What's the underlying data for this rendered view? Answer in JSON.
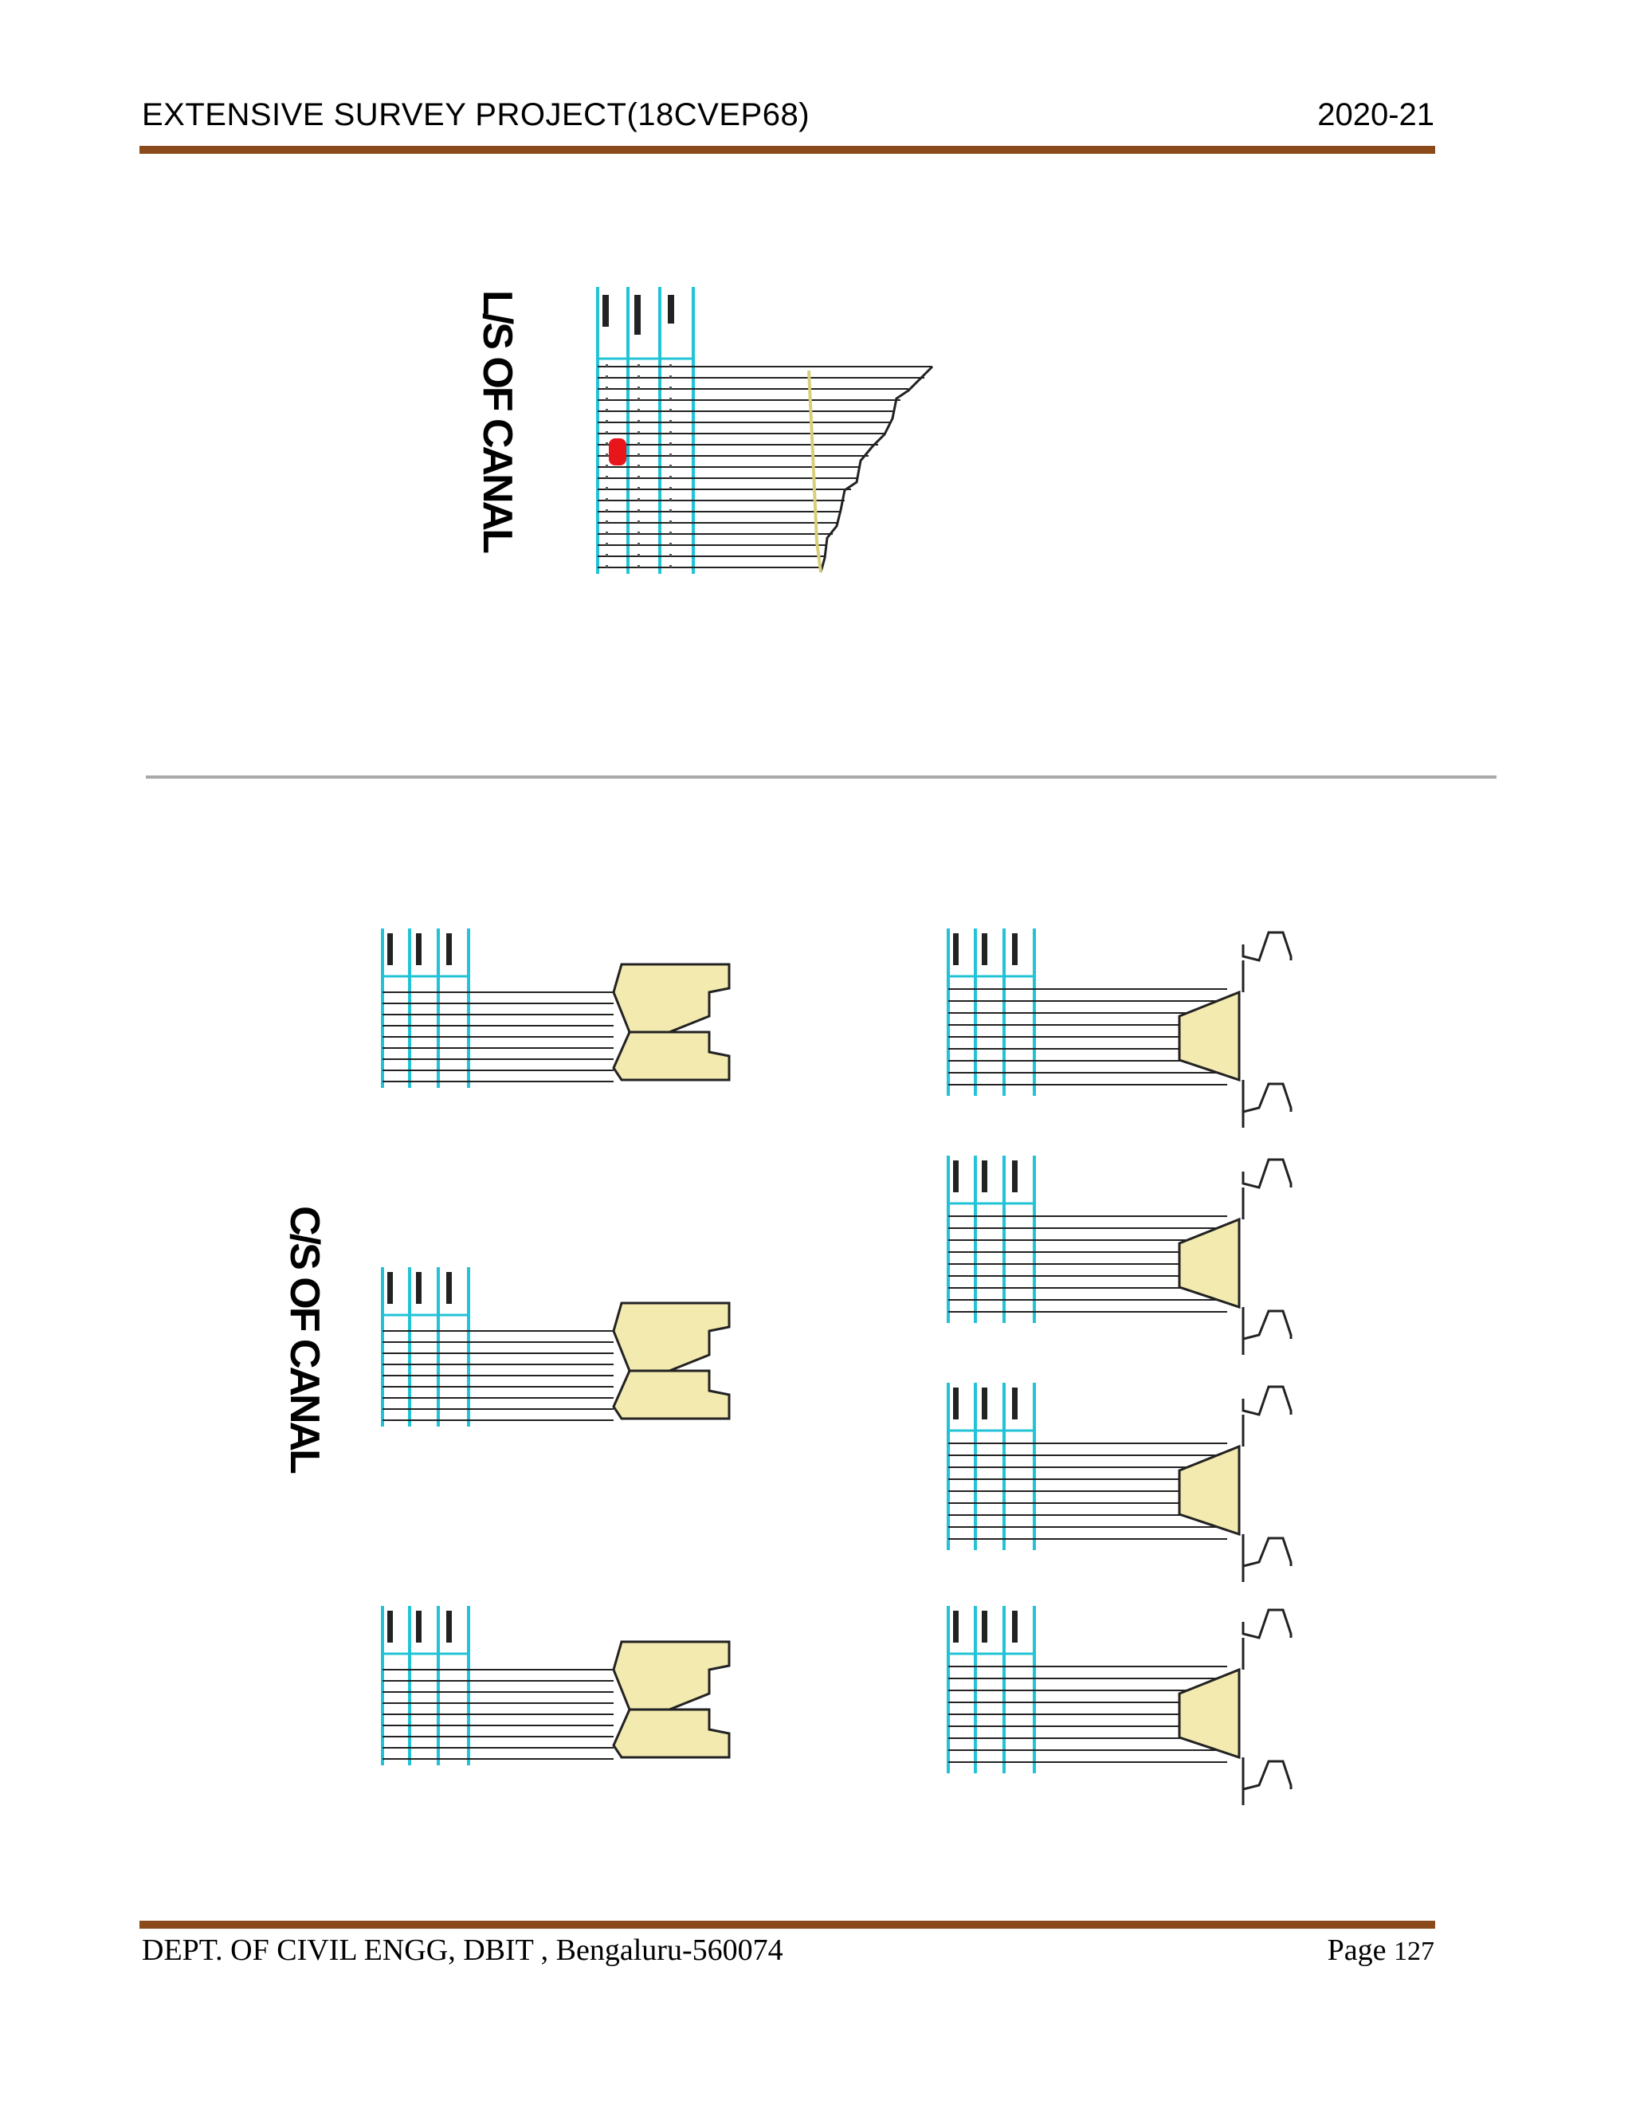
{
  "header": {
    "title": "EXTENSIVE SURVEY PROJECT(18CVEP68)",
    "year": "2020-21"
  },
  "footer": {
    "department": "DEPT. OF CIVIL ENGG, DBIT , Bengaluru-560074",
    "page_label": "Page",
    "page_number": "127"
  },
  "drawings": {
    "ls_title": "L/S OF CANAL",
    "cs_title": "C/S OF CANAL"
  },
  "colors": {
    "rule": "#8b4a1c",
    "grid_lines": "#22c3d6",
    "section_fill": "#f3eab0",
    "marker": "#e8161b"
  }
}
